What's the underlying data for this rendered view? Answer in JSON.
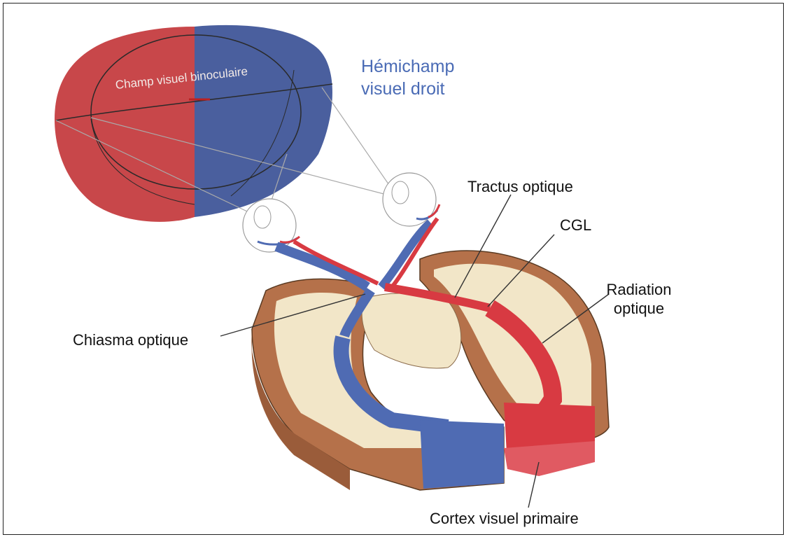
{
  "labels": {
    "binocular_field": "Champ visuel binoculaire",
    "right_hemifield_line1": "Hémichamp",
    "right_hemifield_line2": "visuel droit",
    "optic_tract": "Tractus optique",
    "lgn": "CGL",
    "optic_radiation_line1": "Radiation",
    "optic_radiation_line2": "optique",
    "optic_chiasm": "Chiasma optique",
    "primary_visual_cortex": "Cortex visuel primaire"
  },
  "colors": {
    "left_hemifield": "#c8474a",
    "right_hemifield": "#4a5f9e",
    "brain_outer": "#b5714a",
    "brain_inner": "#f2e6c8",
    "pathway_red": "#d83a42",
    "pathway_blue": "#4f6bb3",
    "label_blue": "#4a6bb5"
  }
}
